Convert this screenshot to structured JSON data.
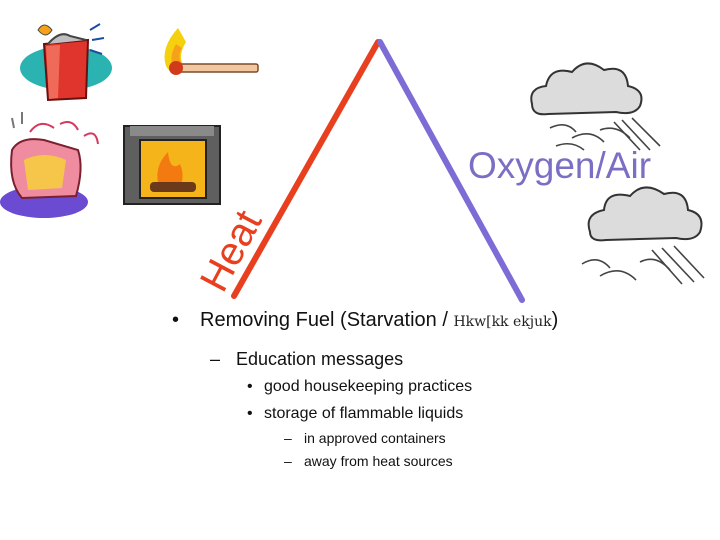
{
  "diagram": {
    "left_side_label": "Heat",
    "right_side_label": "Oxygen/Air",
    "colors": {
      "heat_side": "#e8401f",
      "oxygen_side": "#7d6bd6",
      "oxygen_text": "#7a6fc4"
    }
  },
  "content": {
    "title_bullet": "•",
    "title_text": "Removing Fuel (Starvation / ",
    "title_serif_text": "Hkw[kk ekjuk",
    "title_close": ")",
    "sub_bullet": "–",
    "sub_item": "Education messages",
    "items": [
      {
        "bullet": "•",
        "text": "good housekeeping practices"
      },
      {
        "bullet": "•",
        "text": "storage of flammable liquids"
      }
    ],
    "subitems": [
      {
        "bullet": "–",
        "text": "in approved containers"
      },
      {
        "bullet": "–",
        "text": "away from heat sources"
      }
    ]
  }
}
